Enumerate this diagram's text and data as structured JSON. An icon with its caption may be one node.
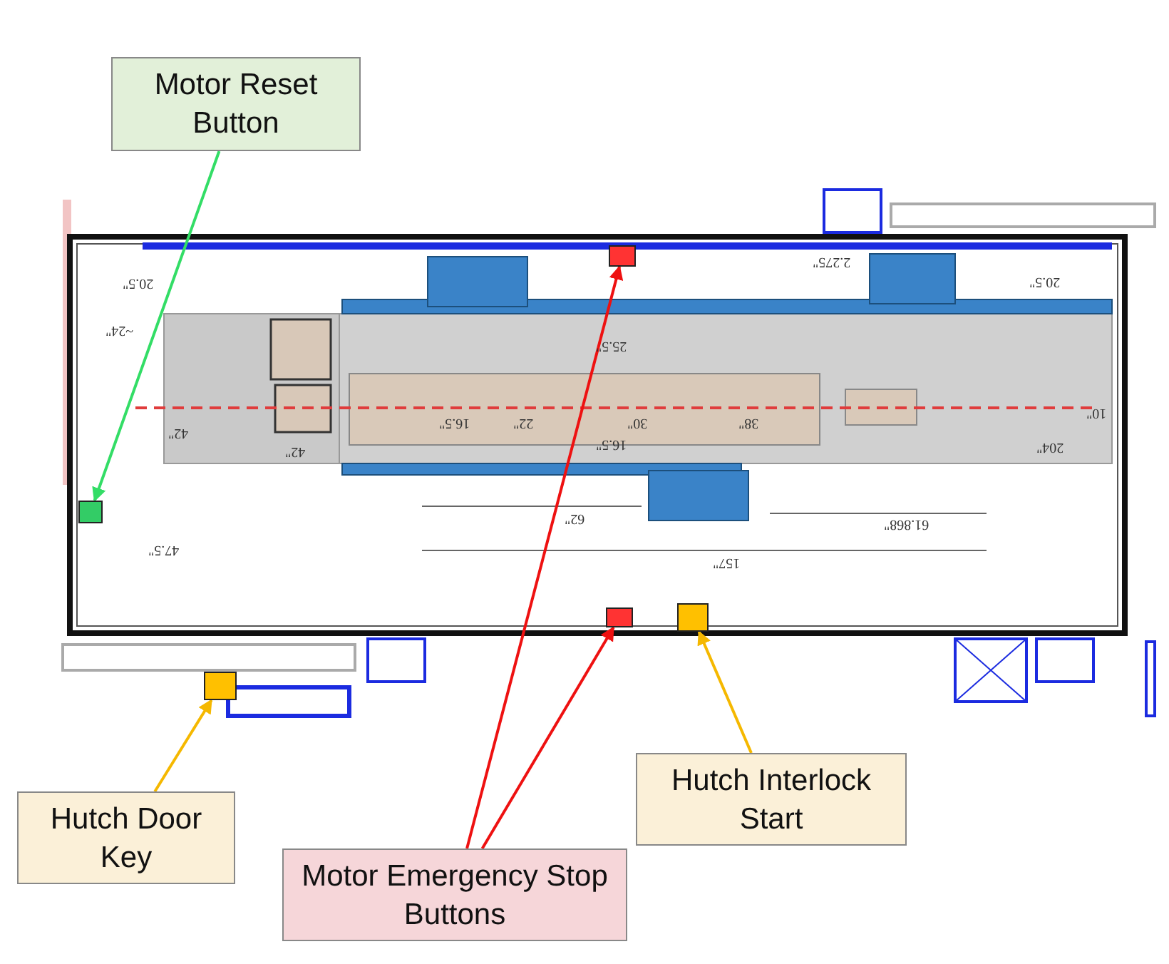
{
  "diagram": {
    "nodes": [
      {
        "text": [
          "Motor Reset Button"
        ]
      },
      {
        "text": [
          "Hutch Door Key"
        ]
      },
      {
        "text": [
          "Hutch Interlock Start"
        ]
      },
      {
        "text": [
          "Motor Emergency Stop Buttons"
        ]
      },
      {
        "text": [],
        "shape": "box"
      },
      {
        "text": [],
        "shape": "box"
      },
      {
        "text": [],
        "shape": "box"
      },
      {
        "text": [],
        "shape": "box"
      },
      {
        "text": [],
        "shape": "box"
      }
    ],
    "edges": [
      {
        "from": 0,
        "to": 4,
        "arrow": "to",
        "color": "#33dd66"
      },
      {
        "from": 1,
        "to": 5,
        "arrow": "to",
        "color": "#f5b800"
      },
      {
        "from": 2,
        "to": 8,
        "arrow": "to",
        "color": "#f5b800"
      },
      {
        "from": 3,
        "to": 6,
        "arrow": "to",
        "color": "#ee1111"
      },
      {
        "from": 3,
        "to": 7,
        "arrow": "to",
        "color": "#ee1111"
      }
    ],
    "labels": [
      "20.5\"",
      "2.275\"",
      "20.5\"",
      "~24\"",
      "25.5\"",
      "42\"",
      "16.5\"",
      "22\"",
      "30\"",
      "38\"",
      "10\"",
      "42\"",
      "16.5\"",
      "204\"",
      "62\"",
      "61.868\"",
      "47.5\"",
      "157\""
    ]
  }
}
